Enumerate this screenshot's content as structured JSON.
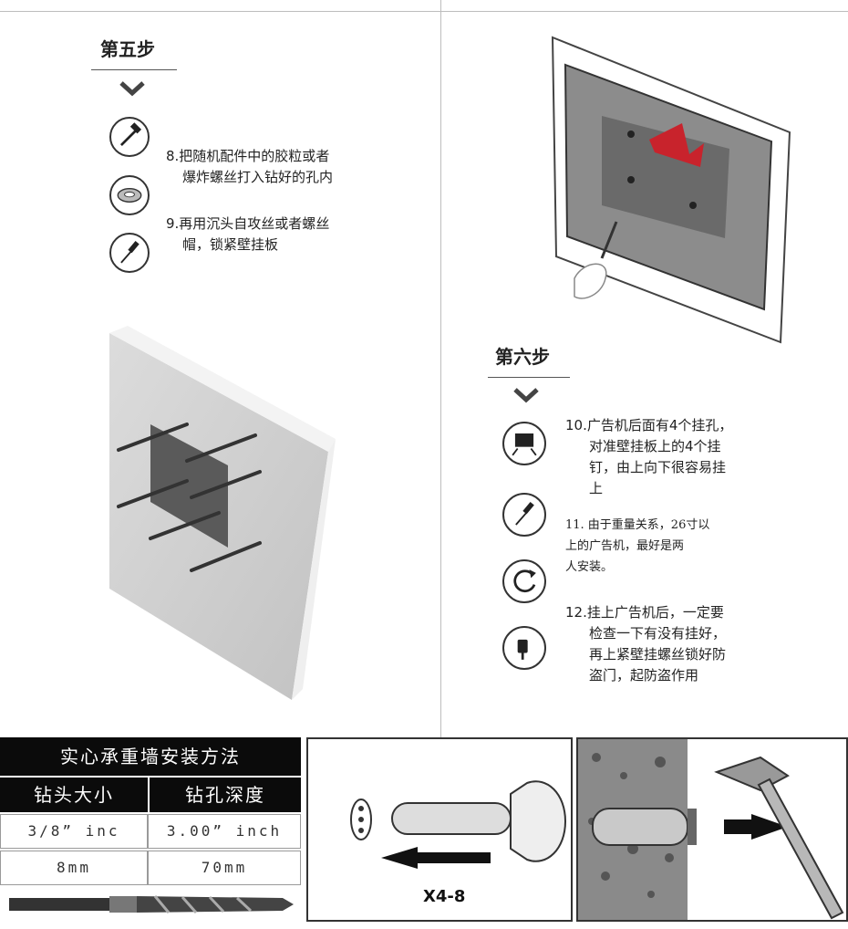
{
  "step5": {
    "title": "第五步",
    "icons": [
      "hammer-icon",
      "washer-icon",
      "screwdriver-icon"
    ],
    "item8_line1": "8.把随机配件中的胶粒或者",
    "item8_line2": "爆炸螺丝打入钻好的孔内",
    "item9_line1": "9.再用沉头自攻丝或者螺丝",
    "item9_line2": "帽，锁紧壁挂板"
  },
  "step6": {
    "title": "第六步",
    "icons": [
      "tv-mount-icon",
      "screwdriver-icon",
      "rotate-icon",
      "lock-screw-icon"
    ],
    "item10_line1": "10.广告机后面有4个挂孔，",
    "item10_line2": "对准壁挂板上的4个挂",
    "item10_line3": "钉，由上向下很容易挂",
    "item10_line4": "上",
    "item11_line1": "11. 由于重量关系，26寸以",
    "item11_line2": "上的广告机，最好是两",
    "item11_line3": "人安装。",
    "item12_line1": "12.挂上广告机后，一定要",
    "item12_line2": "检查一下有没有挂好，",
    "item12_line3": "再上紧壁挂螺丝锁好防",
    "item12_line4": "盗门，起防盗作用"
  },
  "table": {
    "title": "实心承重墙安装方法",
    "headers": [
      "钻头大小",
      "钻孔深度"
    ],
    "rows": [
      [
        "3/8” inc",
        "3.00” inch"
      ],
      [
        "8mm",
        "70mm"
      ]
    ]
  },
  "anchor_panel": {
    "label": "X4-8"
  },
  "colors": {
    "accent_red": "#c8232c",
    "dark": "#0b0b0b"
  }
}
